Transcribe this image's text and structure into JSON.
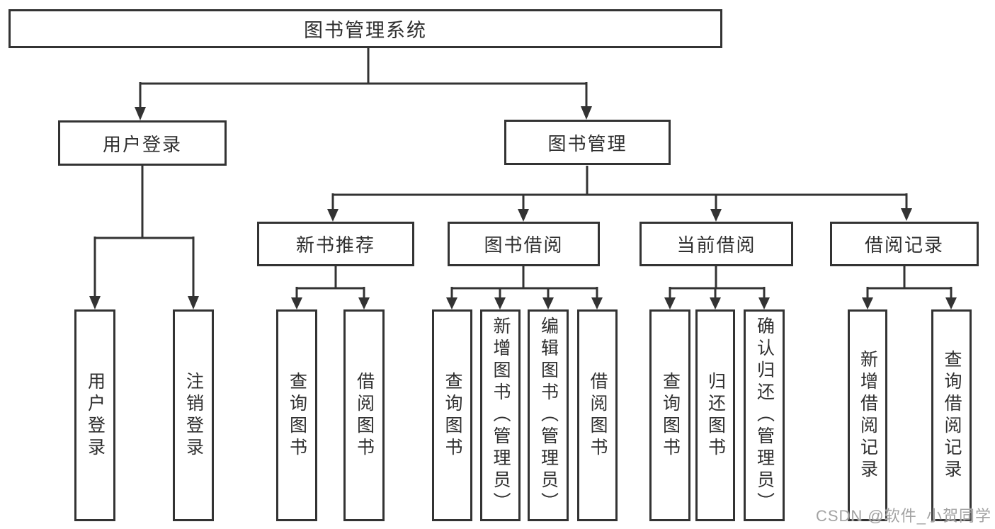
{
  "diagram": {
    "title_note": "functional structure diagram",
    "root": {
      "label": "图书管理系统"
    },
    "level2": [
      {
        "label": "用户登录"
      },
      {
        "label": "图书管理"
      }
    ],
    "level3": [
      {
        "label": "新书推荐",
        "parent": "图书管理"
      },
      {
        "label": "图书借阅",
        "parent": "图书管理"
      },
      {
        "label": "当前借阅",
        "parent": "图书管理"
      },
      {
        "label": "借阅记录",
        "parent": "图书管理"
      }
    ],
    "leaves": [
      {
        "label": "用户登录",
        "parent": "用户登录"
      },
      {
        "label": "注销登录",
        "parent": "用户登录"
      },
      {
        "label": "查询图书",
        "parent": "新书推荐"
      },
      {
        "label": "借阅图书",
        "parent": "新书推荐"
      },
      {
        "label": "查询图书",
        "parent": "图书借阅"
      },
      {
        "label": "新增图书（管理员）",
        "parent": "图书借阅"
      },
      {
        "label": "编辑图书（管理员）",
        "parent": "图书借阅"
      },
      {
        "label": "借阅图书",
        "parent": "图书借阅"
      },
      {
        "label": "查询图书",
        "parent": "当前借阅"
      },
      {
        "label": "归还图书",
        "parent": "当前借阅"
      },
      {
        "label": "确认归还（管理员）",
        "parent": "当前借阅"
      },
      {
        "label": "新增借阅记录",
        "parent": "借阅记录"
      },
      {
        "label": "查询借阅记录",
        "parent": "借阅记录"
      }
    ]
  },
  "watermark": {
    "text": "CSDN @软件_小贺同学"
  },
  "colors": {
    "line": "#333333",
    "box_border": "#333333",
    "box_fill": "#ffffff",
    "text": "#2f2f2f",
    "background": "#ffffff",
    "watermark": "#a3a3a3"
  }
}
